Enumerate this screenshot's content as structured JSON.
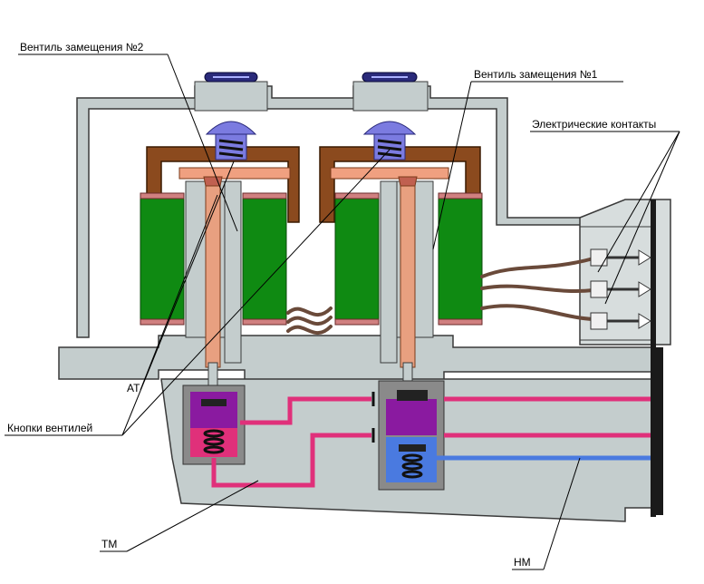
{
  "labels": {
    "valve2": "Вентиль замещения №2",
    "valve1": "Вентиль замещения №1",
    "contacts": "Электрические контакты",
    "at": "АТ",
    "buttons": "Кнопки вентилей",
    "tm": "ТМ",
    "nm": "НМ"
  },
  "colors": {
    "housing": "#c4cdcd",
    "outline": "#3a3a3a",
    "yoke": "#8b4a1e",
    "coil": "#0f8a12",
    "coil_cap": "#d08080",
    "armature": "#f0a080",
    "stem": "#e8a080",
    "cap": "#7b7be0",
    "knob": "#2a2a7a",
    "pipe_tm": "#e0307a",
    "pipe_nm": "#4a7ae0",
    "chamber": "#8a1aa0",
    "wire": "#6a4a3a"
  },
  "icons": [
    "valve-button-icon",
    "spring-icon",
    "contact-terminal-icon"
  ]
}
